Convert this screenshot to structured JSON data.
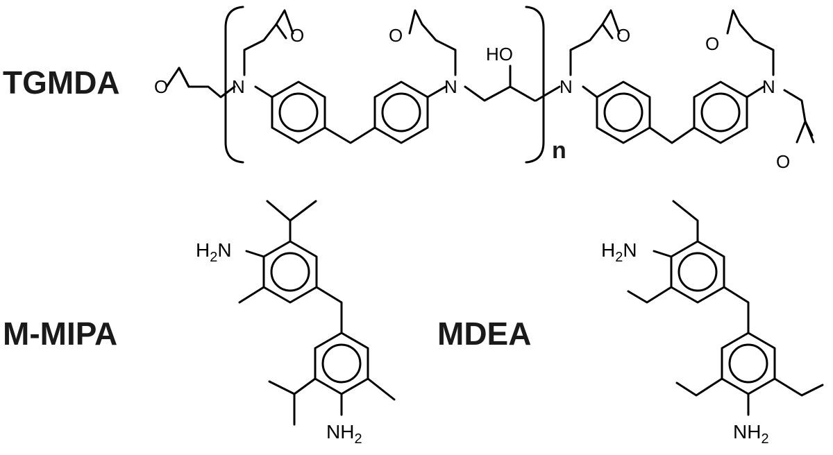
{
  "molecules": [
    {
      "name": "TGMDA",
      "atoms": {
        "N": "N",
        "O": "O",
        "HO": "HO"
      },
      "repeat_unit": "n"
    },
    {
      "name": "M-MIPA",
      "atoms": {
        "H2N_main": "H",
        "H2N_sub": "2",
        "H2N_tail": "N",
        "NH2_main": "NH",
        "NH2_sub": "2"
      }
    },
    {
      "name": "MDEA",
      "atoms": {
        "H2N_main": "H",
        "H2N_sub": "2",
        "H2N_tail": "N",
        "NH2_main": "NH",
        "NH2_sub": "2"
      }
    }
  ]
}
